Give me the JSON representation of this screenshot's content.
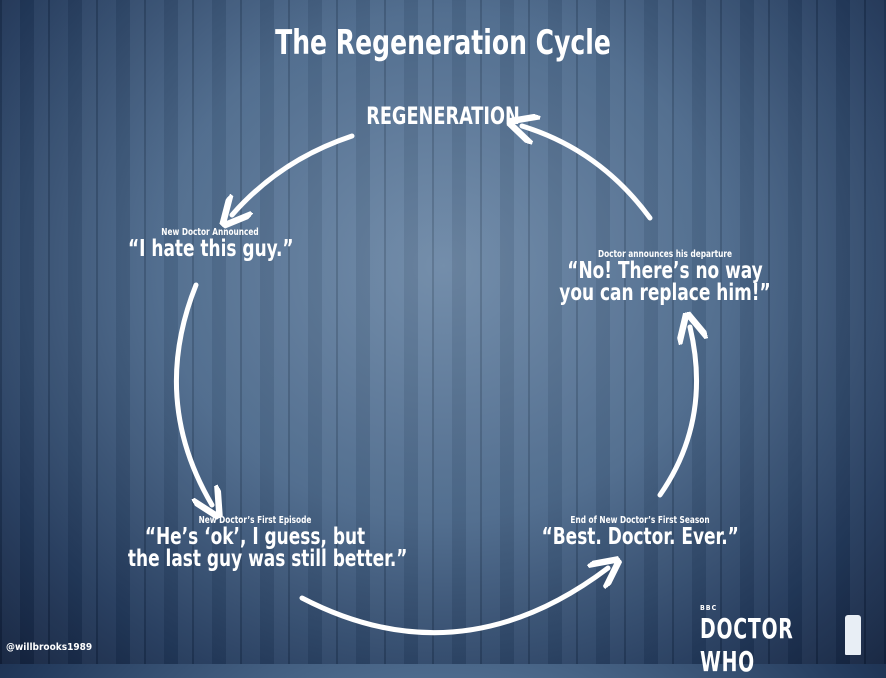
{
  "title": "The Regeneration Cycle",
  "stages": {
    "regeneration": "REGENERATION",
    "announced": {
      "label": "New Doctor Announced",
      "quote": "“I hate this guy.”"
    },
    "first_episode": {
      "label": "New Doctor’s First Episode",
      "quote_line1": "“He’s ‘ok’, I guess, but",
      "quote_line2": "the last guy was still better.”"
    },
    "first_season": {
      "label": "End of New Doctor’s First Season",
      "quote": "“Best. Doctor. Ever.”"
    },
    "departure": {
      "label": "Doctor announces his departure",
      "quote_line1": "“No! There’s no way",
      "quote_line2": "you can replace him!”"
    }
  },
  "credit": "@willbrooks1989",
  "logo": {
    "network": "BBC",
    "show": "DOCTOR WHO"
  }
}
